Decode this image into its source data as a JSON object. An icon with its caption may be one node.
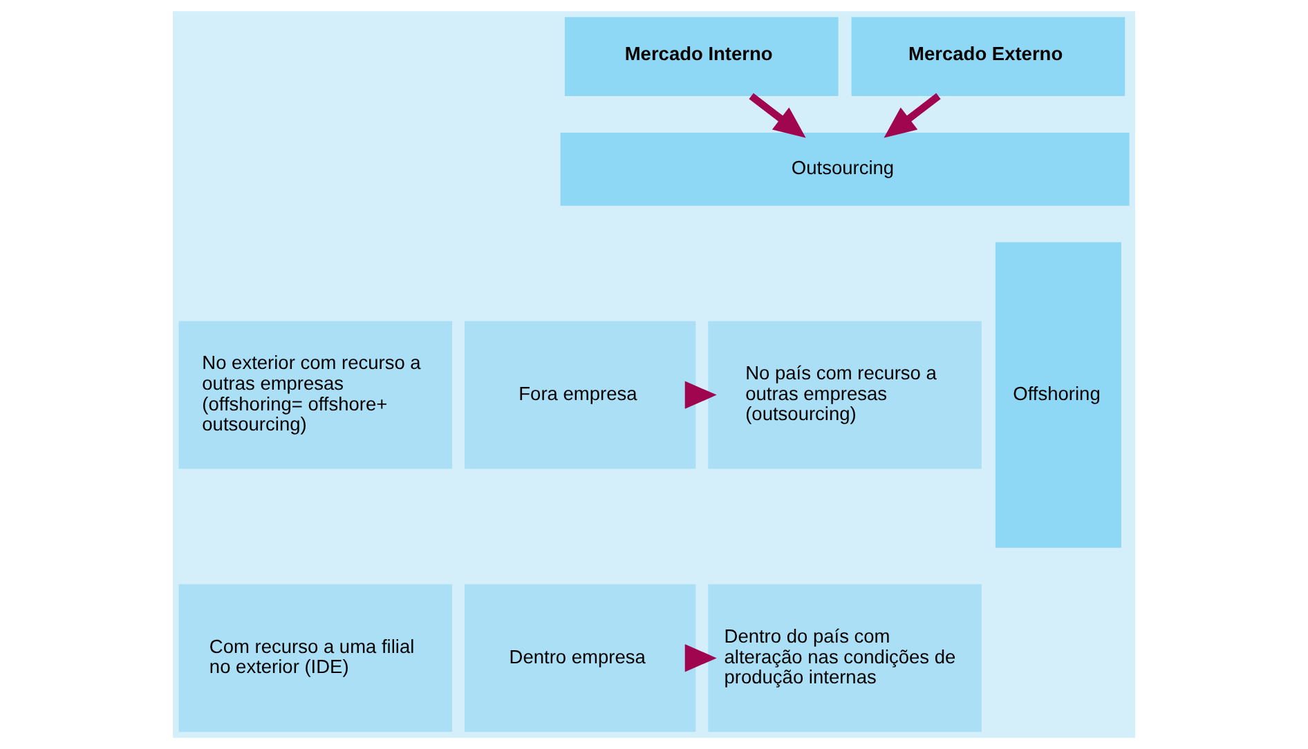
{
  "diagram": {
    "nodes": [
      {
        "text": [
          "Mercado Interno"
        ]
      },
      {
        "text": [
          "Mercado Externo"
        ]
      },
      {
        "text": [
          "Outsourcing"
        ]
      },
      {
        "text": [
          "Fora empresa"
        ]
      },
      {
        "text": [
          "No país com recurso a outras empresas (outsourcing)"
        ]
      },
      {
        "text": [
          "No exterior com recurso a outras empresas (offshoring= offshore+ outsourcing)"
        ]
      },
      {
        "text": [
          "Offshoring"
        ]
      },
      {
        "text": [
          "Dentro empresa"
        ]
      },
      {
        "text": [
          "Dentro do país com alteração nas condições de produção internas"
        ]
      },
      {
        "text": [
          "Com recurso a uma filial no exterior (IDE)"
        ]
      }
    ],
    "edges": [
      {
        "from": 0,
        "to": 2,
        "arrow": "to"
      },
      {
        "from": 1,
        "to": 2,
        "arrow": "to"
      },
      {
        "from": 3,
        "to": 4,
        "arrow": "to"
      },
      {
        "from": 7,
        "to": 8,
        "arrow": "to"
      }
    ]
  }
}
